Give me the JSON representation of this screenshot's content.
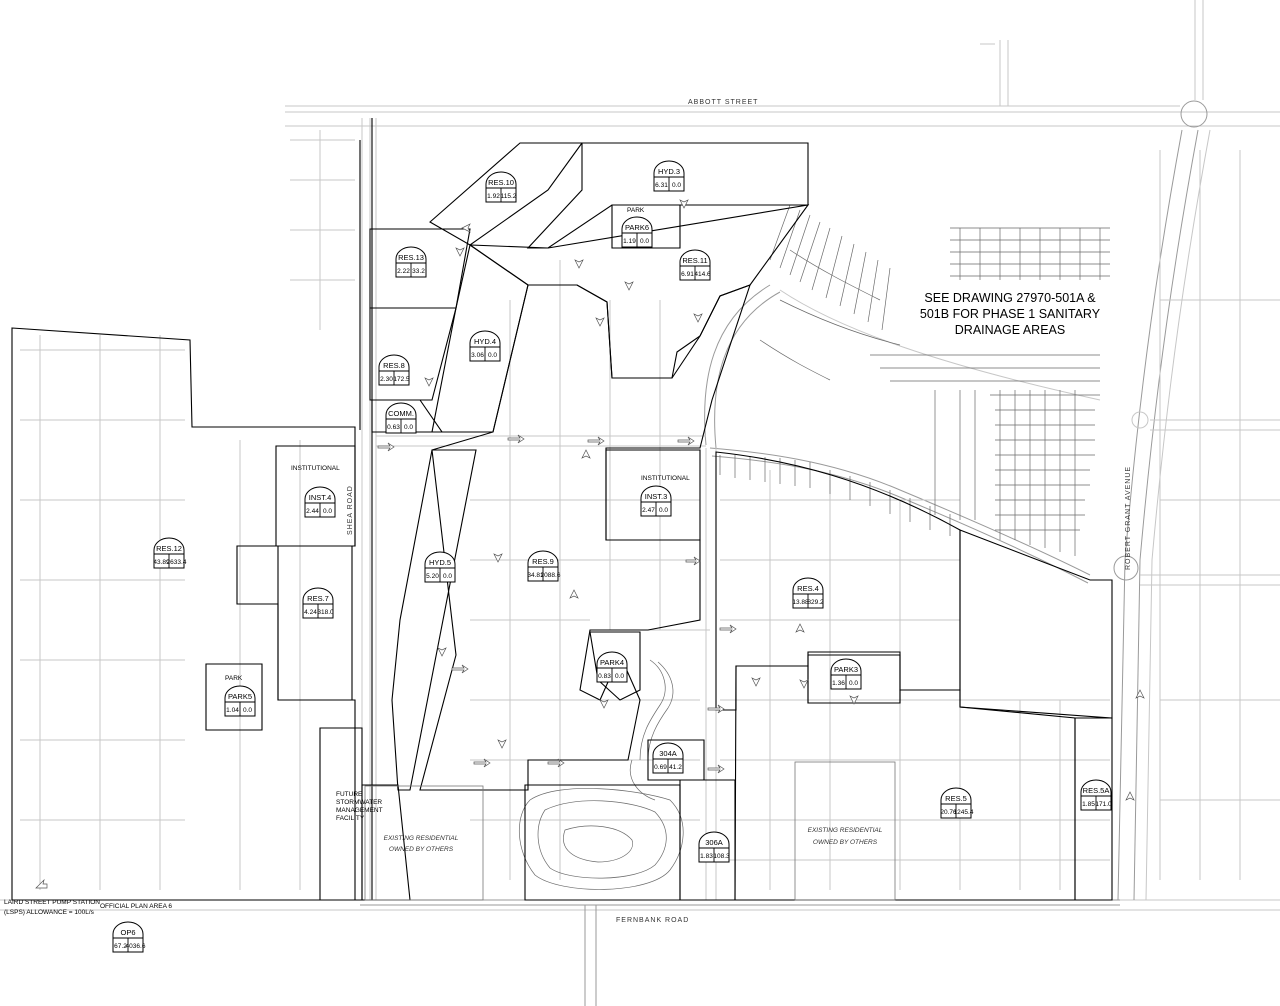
{
  "streets": {
    "abbott": "ABBOTT     STREET",
    "fernbank": "FERNBANK     ROAD",
    "shea": "SHEA     ROAD",
    "robert_grant": "ROBERT  GRANT  AVENUE"
  },
  "notes": {
    "phase1_line1": "SEE DRAWING 27970-501A &",
    "phase1_line2": "501B FOR PHASE 1 SANITARY",
    "phase1_line3": "DRAINAGE AREAS",
    "stormwater_line1": "FUTURE",
    "stormwater_line2": "STORMWATER",
    "stormwater_line3": "MANAGEMENT",
    "stormwater_line4": "FACILITY",
    "existing_res_a_line1": "EXISTING RESIDENTIAL",
    "existing_res_a_line2": "OWNED BY OTHERS",
    "existing_res_b_line1": "EXISTING RESIDENTIAL",
    "existing_res_b_line2": "OWNED BY OTHERS",
    "pump_line1": "LAIRD STREET PUMP STATION",
    "pump_line2": "(LSPS) ALLOWANCE = 100L/s",
    "official_plan": "OFFICIAL PLAN AREA 6",
    "institutional_a": "INSTITUTIONAL",
    "institutional_b": "INSTITUTIONAL",
    "park_a": "PARK",
    "park_b": "PARK"
  },
  "drainage_areas": [
    {
      "id": "res10",
      "name": "RES.10",
      "area": "1.92",
      "flow": "115.2"
    },
    {
      "id": "hyd3",
      "name": "HYD.3",
      "area": "6.31",
      "flow": "0.0"
    },
    {
      "id": "park6",
      "name": "PARK6",
      "area": "1.19",
      "flow": "0.0"
    },
    {
      "id": "res13",
      "name": "RES.13",
      "area": "2.22",
      "flow": "33.2"
    },
    {
      "id": "res11",
      "name": "RES.11",
      "area": "6.91",
      "flow": "414.6"
    },
    {
      "id": "hyd4",
      "name": "HYD.4",
      "area": "3.06",
      "flow": "0.0"
    },
    {
      "id": "res8",
      "name": "RES.8",
      "area": "2.30",
      "flow": "172.5"
    },
    {
      "id": "comm",
      "name": "COMM.",
      "area": "0.63",
      "flow": "0.0"
    },
    {
      "id": "inst4",
      "name": "INST.4",
      "area": "2.44",
      "flow": "0.0"
    },
    {
      "id": "inst3",
      "name": "INST.3",
      "area": "2.47",
      "flow": "0.0"
    },
    {
      "id": "res12",
      "name": "RES.12",
      "area": "43.89",
      "flow": "2633.4"
    },
    {
      "id": "hyd5",
      "name": "HYD.5",
      "area": "5.20",
      "flow": "0.0"
    },
    {
      "id": "res9",
      "name": "RES.9",
      "area": "34.81",
      "flow": "2088.6"
    },
    {
      "id": "res7",
      "name": "RES.7",
      "area": "4.24",
      "flow": "318.0"
    },
    {
      "id": "res4",
      "name": "RES.4",
      "area": "13.88",
      "flow": "829.2"
    },
    {
      "id": "park4",
      "name": "PARK4",
      "area": "0.83",
      "flow": "0.0"
    },
    {
      "id": "park3",
      "name": "PARK3",
      "area": "1.36",
      "flow": "0.0"
    },
    {
      "id": "park5",
      "name": "PARK5",
      "area": "1.04",
      "flow": "0.0"
    },
    {
      "id": "a304",
      "name": "304A",
      "area": "0.69",
      "flow": "41.2"
    },
    {
      "id": "res5",
      "name": "RES.5",
      "area": "20.76",
      "flow": "1245.4"
    },
    {
      "id": "res5a",
      "name": "RES.5A",
      "area": "1.85",
      "flow": "171.0"
    },
    {
      "id": "a306",
      "name": "306A",
      "area": "1.83",
      "flow": "108.3"
    },
    {
      "id": "op6",
      "name": "OP6",
      "area": "67.2",
      "flow": "4036.6"
    }
  ],
  "colors": {
    "boundary": "#000000",
    "base_linework": "#c7c7c7",
    "background": "#ffffff"
  }
}
